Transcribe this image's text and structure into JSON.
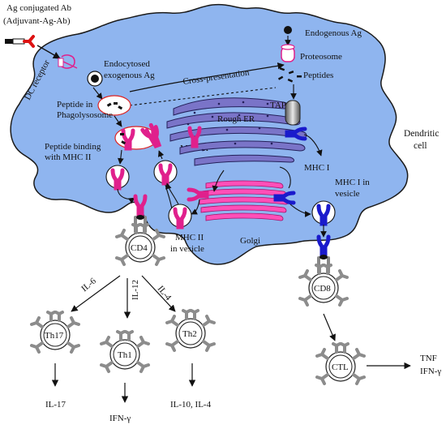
{
  "labels": {
    "ag_conjugated": "Ag conjugated Ab",
    "adjuvant_ag_ab": "(Adjuvant-Ag-Ab)",
    "dc_receptor": "DC receptor",
    "endocytosed_1": "Endocytosed",
    "endocytosed_2": "exogenous Ag",
    "cross_presentation": "Cross-presentation",
    "endogenous_ag": "Endogenous Ag",
    "proteosome": "Proteosome",
    "peptides": "Peptides",
    "peptide_in_1": "Peptide in",
    "peptide_in_2": "Phagolysosome",
    "tap": "TAP",
    "rough_er": "Rough ER",
    "dendritic_1": "Dendritic",
    "dendritic_2": "cell",
    "peptide_binding_1": "Peptide binding",
    "peptide_binding_2": "with MHC II",
    "mhc_ii": "MHC II",
    "mhc_i": "MHC I",
    "mhc_i_vesicle_1": "MHC I in",
    "mhc_i_vesicle_2": "vesicle",
    "golgi": "Golgi",
    "mhc_ii_vesicle_1": "MHC II",
    "mhc_ii_vesicle_2": "in vesicle",
    "cd4": "CD4",
    "cd8": "CD8",
    "il6": "IL-6",
    "il12": "IL-12",
    "il4": "IL-4",
    "th17": "Th17",
    "th1": "Th1",
    "th2": "Th2",
    "ctl": "CTL",
    "il17": "IL-17",
    "ifn_g": "IFN-γ",
    "il10_il4": "IL-10, IL-4",
    "tnf": "TNF",
    "ifn_g_ctl": "IFN-γ"
  },
  "colors": {
    "cell_fill": "#8fb5ef",
    "er_fill": "#7a74c8",
    "golgi_fill": "#ff4fb8",
    "mhc2": "#e0208c",
    "mhc1": "#1a1acc",
    "tcell_ring": "#8c8c8c"
  }
}
